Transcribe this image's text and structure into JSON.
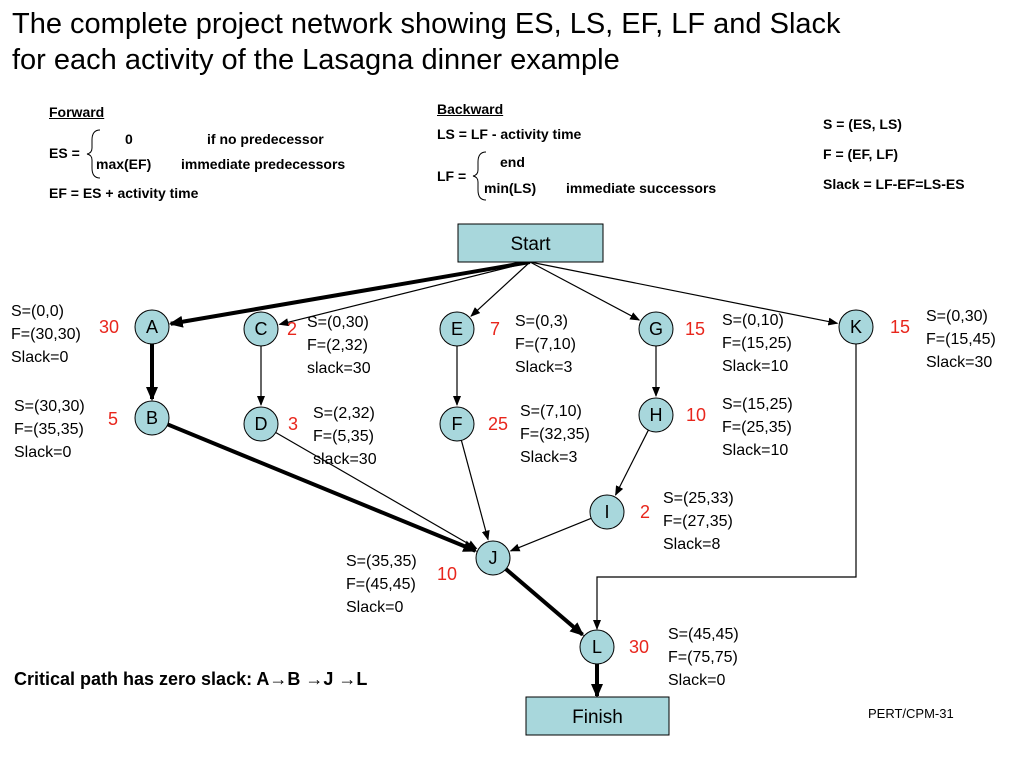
{
  "title_line1": "The complete project network showing ES, LS, EF, LF and Slack",
  "title_line2": "for each activity of the Lasagna dinner example",
  "forward": {
    "heading": "Forward",
    "es_label": "ES =",
    "row1_value": "0",
    "row1_cond": "if no predecessor",
    "row2_value": "max(EF)",
    "row2_cond": "immediate predecessors",
    "ef_formula": "EF = ES + activity time"
  },
  "backward": {
    "heading": "Backward",
    "ls_formula": "LS = LF - activity time",
    "lf_label": "LF =",
    "row1_value": "end",
    "row2_value": "min(LS)",
    "row2_cond": "immediate successors"
  },
  "legend": {
    "s_def": "S = (ES, LS)",
    "f_def": "F = (EF, LF)",
    "slack_def": "Slack = LF-EF=LS-ES"
  },
  "start_label": "Start",
  "finish_label": "Finish",
  "nodes": [
    {
      "id": "A",
      "duration": "30",
      "s": "S=(0,0)",
      "f": "F=(30,30)",
      "slack": "Slack=0"
    },
    {
      "id": "B",
      "duration": "5",
      "s": "S=(30,30)",
      "f": "F=(35,35)",
      "slack": "Slack=0"
    },
    {
      "id": "C",
      "duration": "2",
      "s": "S=(0,30)",
      "f": "F=(2,32)",
      "slack": "slack=30"
    },
    {
      "id": "D",
      "duration": "3",
      "s": "S=(2,32)",
      "f": "F=(5,35)",
      "slack": "slack=30"
    },
    {
      "id": "E",
      "duration": "7",
      "s": "S=(0,3)",
      "f": "F=(7,10)",
      "slack": "Slack=3"
    },
    {
      "id": "F",
      "duration": "25",
      "s": "S=(7,10)",
      "f": "F=(32,35)",
      "slack": "Slack=3"
    },
    {
      "id": "G",
      "duration": "15",
      "s": "S=(0,10)",
      "f": "F=(15,25)",
      "slack": "Slack=10"
    },
    {
      "id": "H",
      "duration": "10",
      "s": "S=(15,25)",
      "f": "F=(25,35)",
      "slack": "Slack=10"
    },
    {
      "id": "I",
      "duration": "2",
      "s": "S=(25,33)",
      "f": "F=(27,35)",
      "slack": "Slack=8"
    },
    {
      "id": "J",
      "duration": "10",
      "s": "S=(35,35)",
      "f": "F=(45,45)",
      "slack": "Slack=0"
    },
    {
      "id": "K",
      "duration": "15",
      "s": "S=(0,30)",
      "f": "F=(15,45)",
      "slack": "Slack=30"
    },
    {
      "id": "L",
      "duration": "30",
      "s": "S=(45,45)",
      "f": "F=(75,75)",
      "slack": "Slack=0"
    }
  ],
  "edges": [
    {
      "from": "Start",
      "to": "A",
      "critical": true
    },
    {
      "from": "Start",
      "to": "C",
      "critical": false
    },
    {
      "from": "Start",
      "to": "E",
      "critical": false
    },
    {
      "from": "Start",
      "to": "G",
      "critical": false
    },
    {
      "from": "Start",
      "to": "K",
      "critical": false
    },
    {
      "from": "A",
      "to": "B",
      "critical": true
    },
    {
      "from": "C",
      "to": "D",
      "critical": false
    },
    {
      "from": "E",
      "to": "F",
      "critical": false
    },
    {
      "from": "G",
      "to": "H",
      "critical": false
    },
    {
      "from": "H",
      "to": "I",
      "critical": false
    },
    {
      "from": "B",
      "to": "J",
      "critical": true
    },
    {
      "from": "D",
      "to": "J",
      "critical": false
    },
    {
      "from": "F",
      "to": "J",
      "critical": false
    },
    {
      "from": "I",
      "to": "J",
      "critical": false
    },
    {
      "from": "J",
      "to": "L",
      "critical": true
    },
    {
      "from": "K",
      "to": "L",
      "critical": false
    },
    {
      "from": "L",
      "to": "Finish",
      "critical": true
    }
  ],
  "colors": {
    "node_fill": "#a8d7dc",
    "box_fill": "#a8d7dc",
    "duration_text": "#e8261c"
  },
  "critical_path": "Critical path has zero slack:  A→B →J →L",
  "slide_number": "PERT/CPM-31"
}
